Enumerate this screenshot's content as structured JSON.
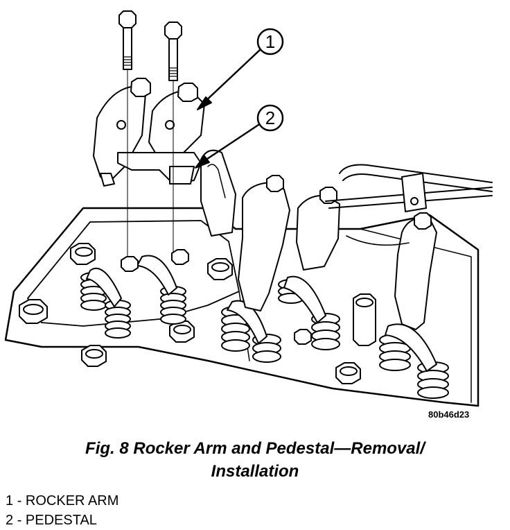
{
  "figure": {
    "callouts": [
      {
        "number": "1"
      },
      {
        "number": "2"
      }
    ],
    "figure_id": "80b46d23"
  },
  "caption": {
    "line1": "Fig. 8 Rocker Arm and Pedestal—Removal/",
    "line2": "Installation"
  },
  "legend": [
    {
      "number": "1",
      "separator": "-",
      "label": "ROCKER ARM"
    },
    {
      "number": "2",
      "separator": "-",
      "label": "PEDESTAL"
    }
  ]
}
